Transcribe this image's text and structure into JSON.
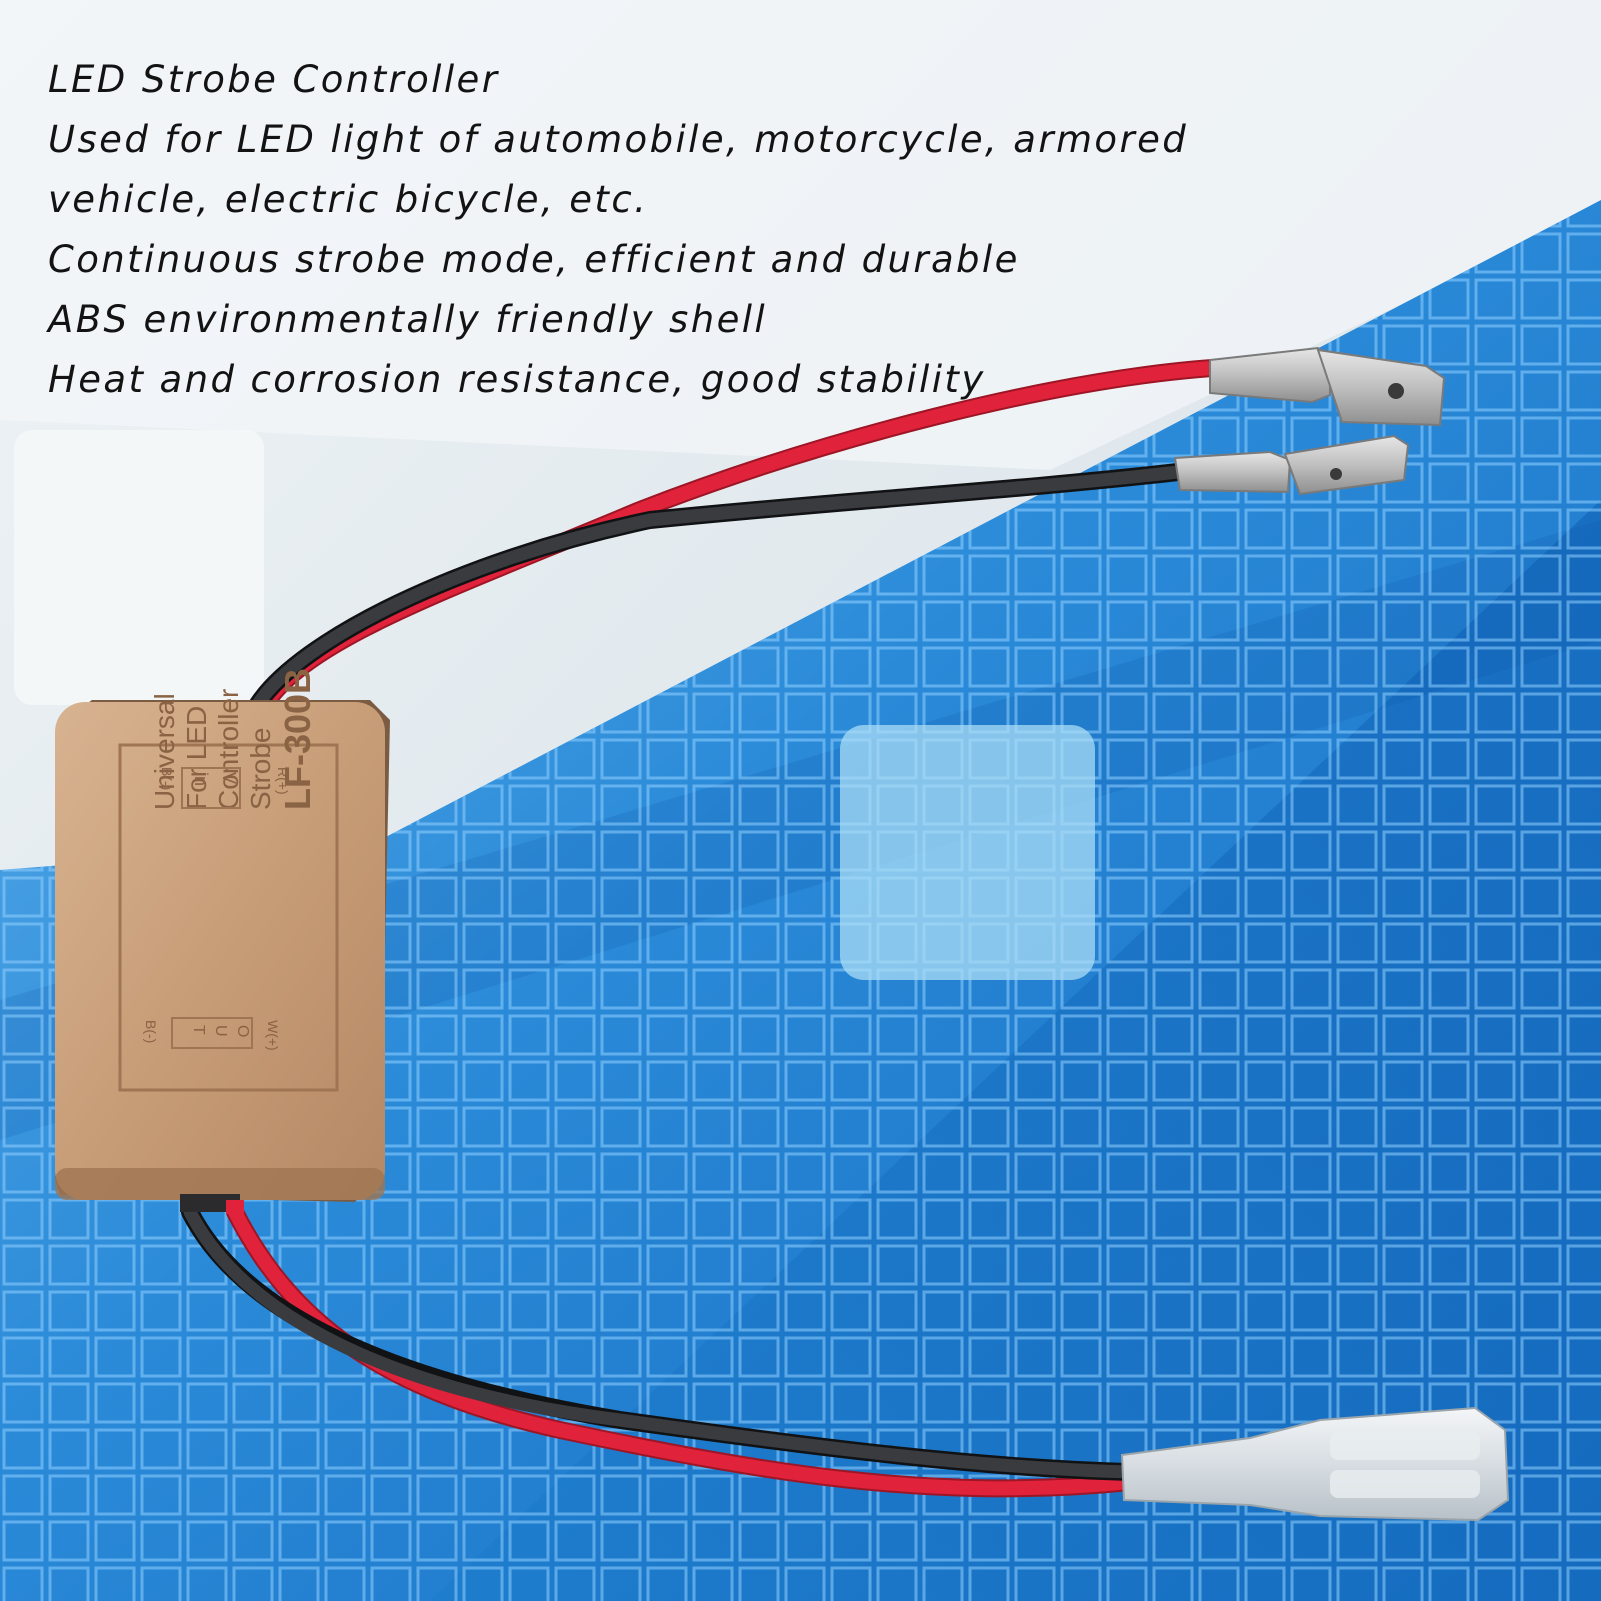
{
  "features": {
    "title": "LED Strobe Controller",
    "line_1": "Used for LED light of automobile, motorcycle, armored",
    "line_2": "vehicle, electric bicycle, etc.",
    "line_3": "Continuous strobe mode, efficient and durable",
    "line_4": "ABS environmentally friendly shell",
    "line_5": "Heat and corrosion resistance, good stability"
  },
  "device": {
    "model": "LF-300B",
    "line_strobe": "Strobe",
    "line_controller": "Controller",
    "line_for_led": "For LED",
    "line_universal": "Universal",
    "input_pos": "R(+)",
    "input_neg": "B(-)",
    "input_v": "V",
    "input_in": "in",
    "output_pos": "W(+)",
    "output_neg": "B(-)",
    "output_o": "O",
    "output_u": "U",
    "output_t": "T"
  },
  "colors": {
    "housing": "#c89f7a",
    "wire_red": "#e0223a",
    "wire_black": "#2b2b2e",
    "background_blue": "#1f7fd2"
  }
}
